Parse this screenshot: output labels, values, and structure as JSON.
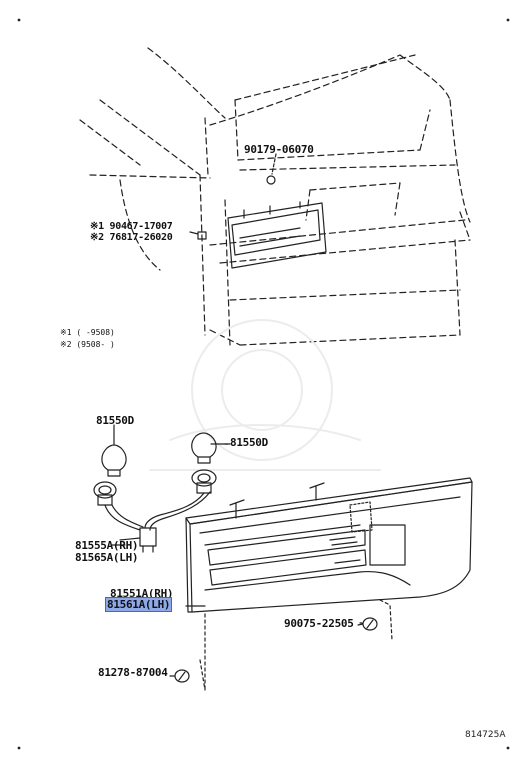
{
  "parts": {
    "p90179": "90179-06070",
    "p90467": "※1 90467-17007",
    "p76817": "※2 76817-26020",
    "note1": "※1 (    -9508)",
    "note2": "※2 (9508-    )",
    "p81550d_left": "81550D",
    "p81550d_right": "81550D",
    "p81555a": "81555A(RH)",
    "p81565a": "81565A(LH)",
    "p81551a": "81551A(RH)",
    "p81561a": "81561A(LH)",
    "p90075": "90075-22505",
    "p81278": "81278-87004"
  },
  "diagram_ref": "814725A",
  "highlight_color": "#8fa8e8"
}
